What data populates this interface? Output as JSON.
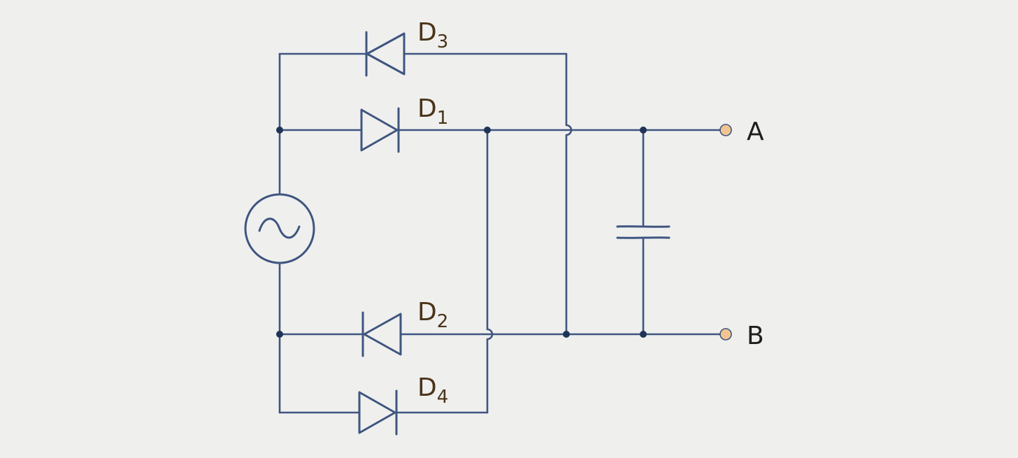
{
  "diagram": {
    "colors": {
      "background": "#efefee",
      "wire": "#3f5580",
      "junction": "#1f3457",
      "terminal_fill": "#f2c58f",
      "diode_label": "#4a3418",
      "terminal_label": "#1e1e1e"
    },
    "components": {
      "source": {
        "symbol": "ac-source-icon"
      },
      "capacitor": {
        "symbol": "capacitor-icon"
      },
      "diodes": {
        "d1": {
          "letter": "D",
          "subscript": "1"
        },
        "d2": {
          "letter": "D",
          "subscript": "2"
        },
        "d3": {
          "letter": "D",
          "subscript": "3"
        },
        "d4": {
          "letter": "D",
          "subscript": "4"
        }
      }
    },
    "terminals": {
      "a": {
        "label": "A"
      },
      "b": {
        "label": "B"
      }
    }
  }
}
